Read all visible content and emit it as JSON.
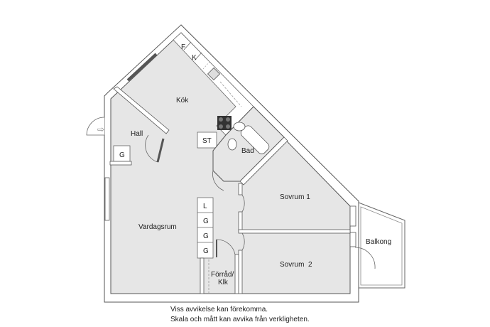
{
  "rooms": {
    "kitchen": "Kök",
    "hall": "Hall",
    "bathroom": "Bad",
    "living_room": "Vardagsrum",
    "bedroom1": "Sovrum 1",
    "bedroom2": "Sovrum  2",
    "balcony": "Balkong",
    "storage_line1": "Förråd/",
    "storage_line2": "Klk"
  },
  "fixtures": {
    "fridge": "F",
    "freezer": "K",
    "laundry_cabinet": "ST",
    "hall_wardrobe": "G",
    "closet_linen": "L",
    "closet_1": "G",
    "closet_2": "G",
    "closet_3": "G"
  },
  "notes": {
    "line1": "Viss avvikelse kan förekomma.",
    "line2": "Skala och mått kan avvika från verkligheten."
  },
  "colors": {
    "floor": "#e6e6e6",
    "wall": "#ffffff",
    "line": "#555555",
    "stove": "#333333"
  }
}
